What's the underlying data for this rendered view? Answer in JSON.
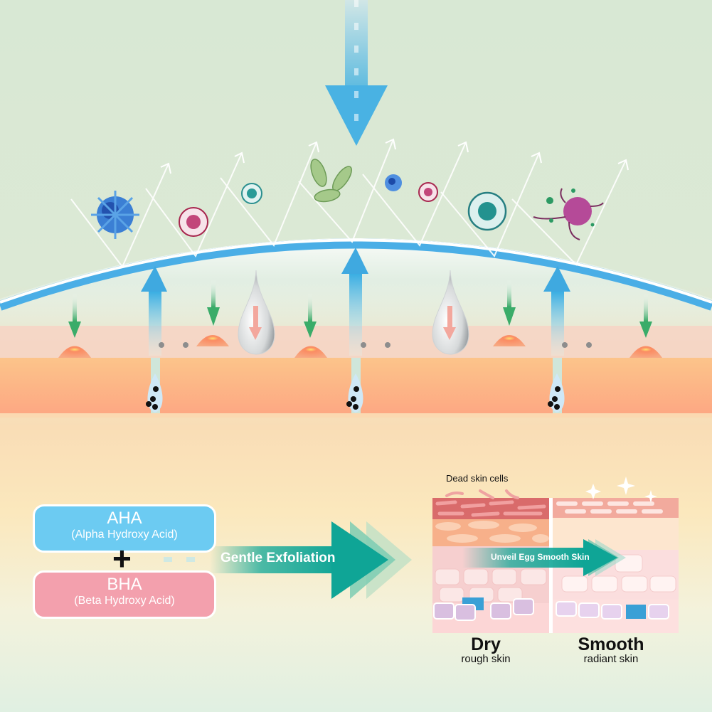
{
  "diagram": {
    "title": "AHA + BHA gentle exfoliation skin diagram",
    "ingredients": [
      {
        "name": "AHA",
        "full_name": "(Alpha Hydroxy Acid)",
        "color": "#6ccbf2"
      },
      {
        "name": "BHA",
        "full_name": "(Beta Hydroxy Acid)",
        "color": "#f3a0ad"
      }
    ],
    "plus_symbol": "+",
    "process_label": "Gentle Exfoliation",
    "process_color": "#12a898",
    "result_arrow_label": "Unveil Egg Smooth Skin",
    "dead_cells_label": "Dead skin cells",
    "comparison": [
      {
        "title": "Dry",
        "subtitle": "rough skin"
      },
      {
        "title": "Smooth",
        "subtitle": "radiant skin"
      }
    ],
    "microbes": [
      "virus-blue",
      "microbe-pink",
      "microbe-teal-small",
      "bacteria-green",
      "virus-blue-small",
      "microbe-pink-small",
      "microbe-teal-large",
      "germ-purple"
    ],
    "colors": {
      "barrier": "#4aaee6",
      "skin_top": "#fbc289",
      "skin_bottom": "#fdaa82",
      "green_arrow": "#3aac69",
      "blue_arrow": "#3fa9e0"
    }
  }
}
